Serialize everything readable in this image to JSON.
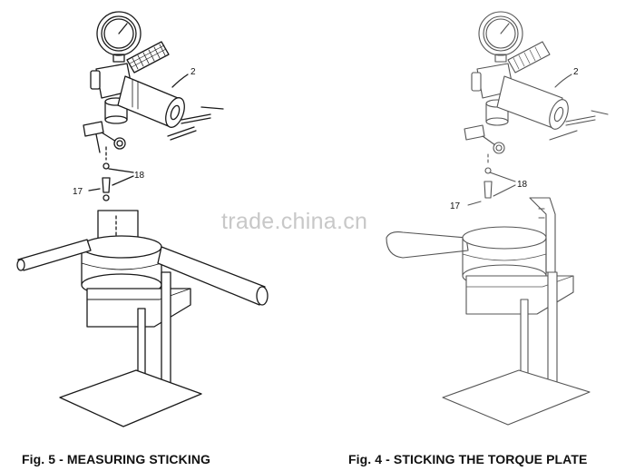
{
  "figures": [
    {
      "caption": "Fig. 5 - MEASURING STICKING",
      "callouts": [
        "2",
        "18",
        "17"
      ]
    },
    {
      "caption": "Fig. 4 - STICKING THE TORQUE PLATE",
      "callouts": [
        "2",
        "18",
        "17"
      ]
    }
  ],
  "watermark": "trade.china.cn",
  "colors": {
    "line_left": "#1a1a1a",
    "line_right": "#555555",
    "watermark": "#c8c8c8"
  }
}
